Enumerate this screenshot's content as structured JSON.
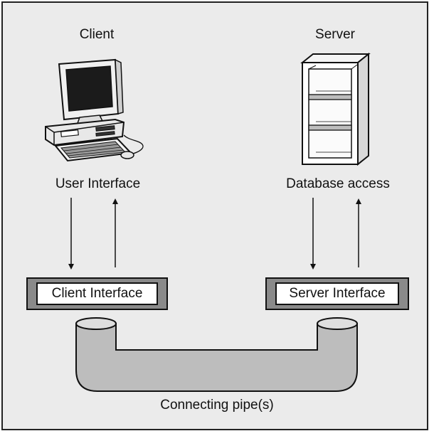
{
  "diagram": {
    "client": {
      "title": "Client",
      "icon": "desktop-computer-icon",
      "layer_label": "User Interface",
      "interface_label": "Client Interface"
    },
    "server": {
      "title": "Server",
      "icon": "server-cabinet-icon",
      "layer_label": "Database access",
      "interface_label": "Server Interface"
    },
    "pipe_label": "Connecting pipe(s)"
  },
  "colors": {
    "background": "#ebebeb",
    "border": "#222222",
    "interface_frame": "#8a8a8a",
    "pipe_fill": "#bdbdbd"
  }
}
